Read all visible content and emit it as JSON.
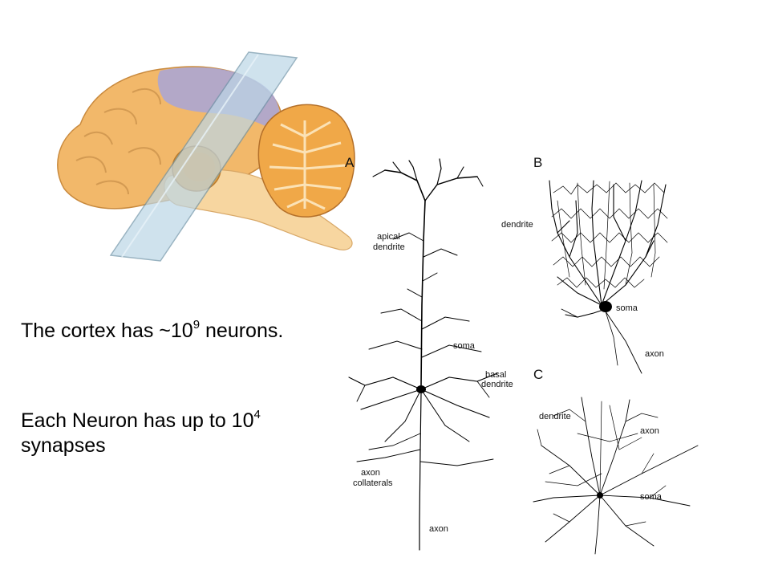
{
  "statements": {
    "neurons": {
      "prefix": "The cortex has ~10",
      "exponent": "9",
      "suffix": " neurons."
    },
    "synapses": {
      "prefix": "Each Neuron has up to 10",
      "exponent": "4",
      "suffix": " synapses"
    }
  },
  "panels": {
    "a": {
      "letter": "A",
      "labels": [
        "apical",
        "dendrite",
        "soma",
        "basal",
        "dendrite",
        "axon",
        "collaterals",
        "axon"
      ]
    },
    "b": {
      "letter": "B",
      "labels": [
        "dendrite",
        "soma",
        "axon"
      ]
    },
    "c": {
      "letter": "C",
      "labels": [
        "dendrite",
        "axon",
        "soma"
      ]
    }
  },
  "colors": {
    "brain_tan": "#f2b86a",
    "brain_light": "#f7d6a0",
    "cortex_region": "#a8a4d8",
    "cerebellum": "#f0a848",
    "slide_glass": "#bcd6e6",
    "neuron_ink": "#000000"
  }
}
